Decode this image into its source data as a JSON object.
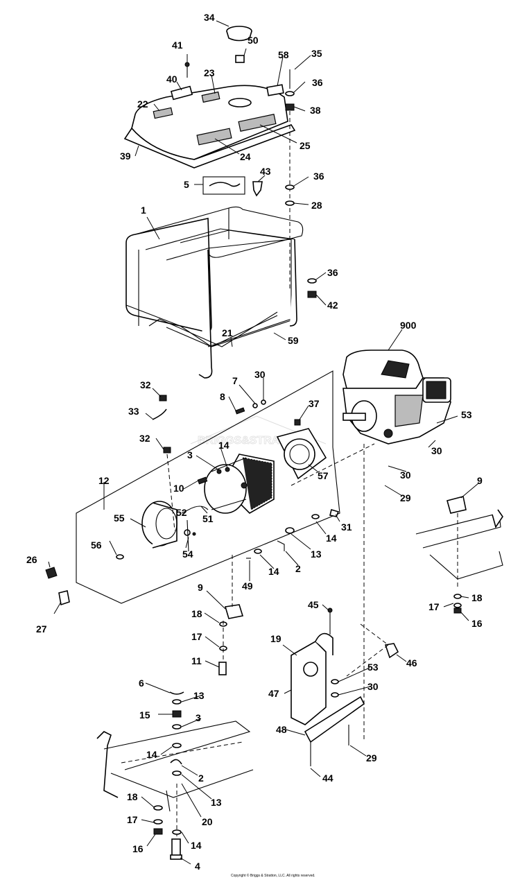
{
  "callouts": {
    "c34": "34",
    "c41": "41",
    "c50": "50",
    "c58": "58",
    "c35": "35",
    "c40": "40",
    "c23": "23",
    "c36a": "36",
    "c22": "22",
    "c38": "38",
    "c39": "39",
    "c24": "24",
    "c25": "25",
    "c5": "5",
    "c43": "43",
    "c36b": "36",
    "c28": "28",
    "c1": "1",
    "c36c": "36",
    "c42": "42",
    "c21": "21",
    "c59": "59",
    "c900": "900",
    "c32a": "32",
    "c7": "7",
    "c30a": "30",
    "c8": "8",
    "c33": "33",
    "c37": "37",
    "c53a": "53",
    "c32b": "32",
    "c14a": "14",
    "c3a": "3",
    "c30b": "30",
    "c12": "12",
    "c10": "10",
    "c57": "57",
    "c30c": "30",
    "c9a": "9",
    "c52": "52",
    "c29a": "29",
    "c55": "55",
    "c51": "51",
    "c31": "31",
    "c56": "56",
    "c54": "54",
    "c14b": "14",
    "c13a": "13",
    "c26": "26",
    "c2a": "2",
    "c14c": "14",
    "c49": "49",
    "c18a": "18",
    "c9b": "9",
    "c17a": "17",
    "c16a": "16",
    "c27": "27",
    "c45": "45",
    "c18b": "18",
    "c19": "19",
    "c17b": "17",
    "c46": "46",
    "c11": "11",
    "c53b": "53",
    "c47": "47",
    "c30d": "30",
    "c6": "6",
    "c13b": "13",
    "c15": "15",
    "c3b": "3",
    "c48": "48",
    "c14d": "14",
    "c29b": "29",
    "c2b": "2",
    "c44": "44",
    "c13c": "13",
    "c18c": "18",
    "c20": "20",
    "c17c": "17",
    "c16b": "16",
    "c14e": "14",
    "c4": "4"
  },
  "watermark": "BRIGGS&STRATTON",
  "copyright": "Copyright © Briggs & Stratton, LLC. All rights reserved."
}
